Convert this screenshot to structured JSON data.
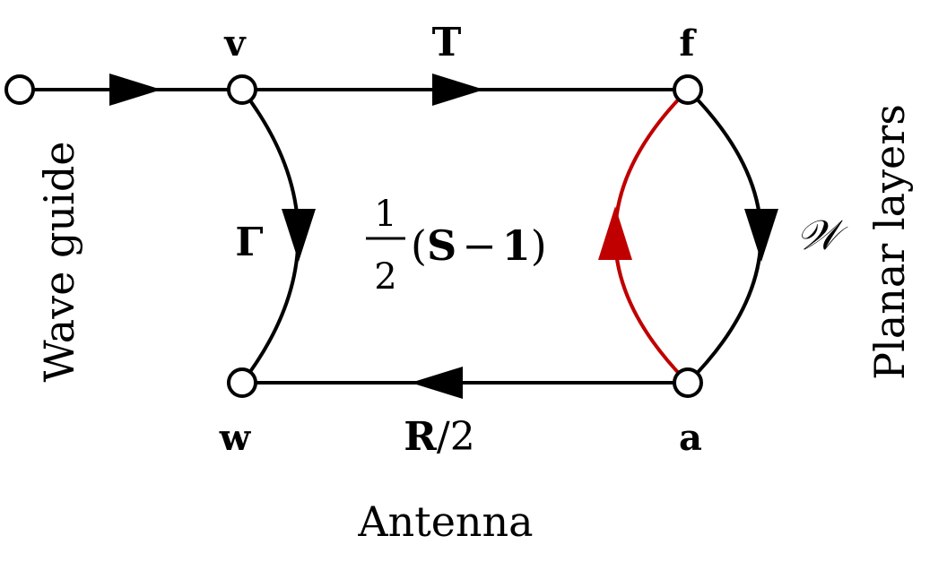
{
  "nodes": {
    "v": "v",
    "f": "f",
    "w": "w",
    "a": "a"
  },
  "edges": {
    "T": "T",
    "Gamma": "Γ",
    "W": "𝒲",
    "R": "R",
    "R_suffix": "/2",
    "S_frac_num": "1",
    "S_frac_den": "2",
    "S_open": "(",
    "S_main": "S",
    "S_minus": "−",
    "S_one": "1",
    "S_close": ")"
  },
  "regions": {
    "wave_guide": "Wave guide",
    "planar_layers": "Planar layers",
    "antenna": "Antenna"
  },
  "colors": {
    "line": "#000000",
    "highlight": "#c00000",
    "node_fill": "#ffffff"
  }
}
